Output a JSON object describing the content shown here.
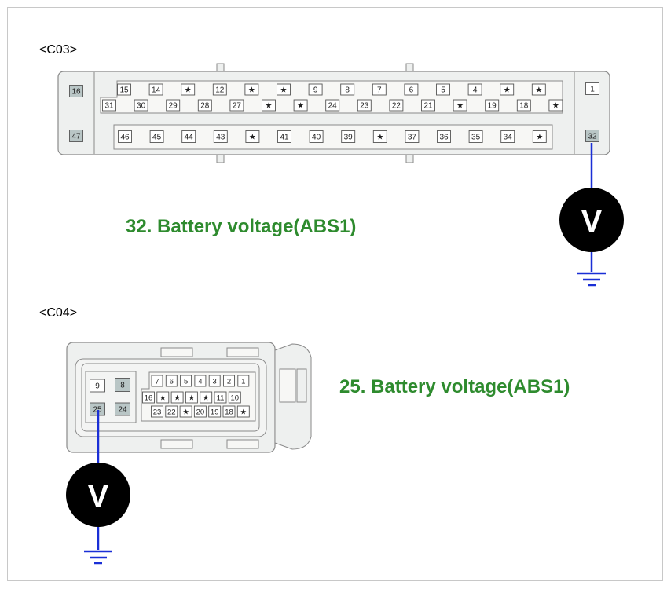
{
  "c03": {
    "label": "<C03>",
    "caption": "32. Battery voltage(ABS1)",
    "left_pins": [
      "16",
      "47"
    ],
    "right_pins": [
      "1",
      "32"
    ],
    "top_row_a": [
      "15",
      "14",
      "★",
      "12",
      "★",
      "★",
      "9",
      "8",
      "7",
      "6",
      "5",
      "4",
      "★",
      "★"
    ],
    "top_row_b": [
      "31",
      "30",
      "29",
      "28",
      "27",
      "★",
      "★",
      "24",
      "23",
      "22",
      "21",
      "★",
      "19",
      "18",
      "★"
    ],
    "bottom_row": [
      "46",
      "45",
      "44",
      "43",
      "★",
      "41",
      "40",
      "39",
      "★",
      "37",
      "36",
      "35",
      "34",
      "★"
    ],
    "highlight_pins": [
      "16",
      "47",
      "32"
    ],
    "meter_symbol": "V"
  },
  "c04": {
    "label": "<C04>",
    "caption": "25. Battery voltage(ABS1)",
    "left_pins_top": [
      "9",
      "8"
    ],
    "left_pins_bottom": [
      "25",
      "24"
    ],
    "row_1": [
      "7",
      "6",
      "5",
      "4",
      "3",
      "2",
      "1"
    ],
    "row_2": [
      "16",
      "★",
      "★",
      "★",
      "★",
      "11",
      "10"
    ],
    "row_3": [
      "23",
      "22",
      "★",
      "20",
      "19",
      "18",
      "★"
    ],
    "highlight_pins": [
      "8",
      "25",
      "24"
    ],
    "meter_symbol": "V"
  },
  "colors": {
    "probe_wire": "#1a2fd6",
    "caption_green": "#2e8b2e",
    "connector_fill": "#eef0ef",
    "connector_stroke": "#8a8a8a",
    "pin_highlight": "#b9c6c6",
    "meter_fill": "#000000"
  }
}
